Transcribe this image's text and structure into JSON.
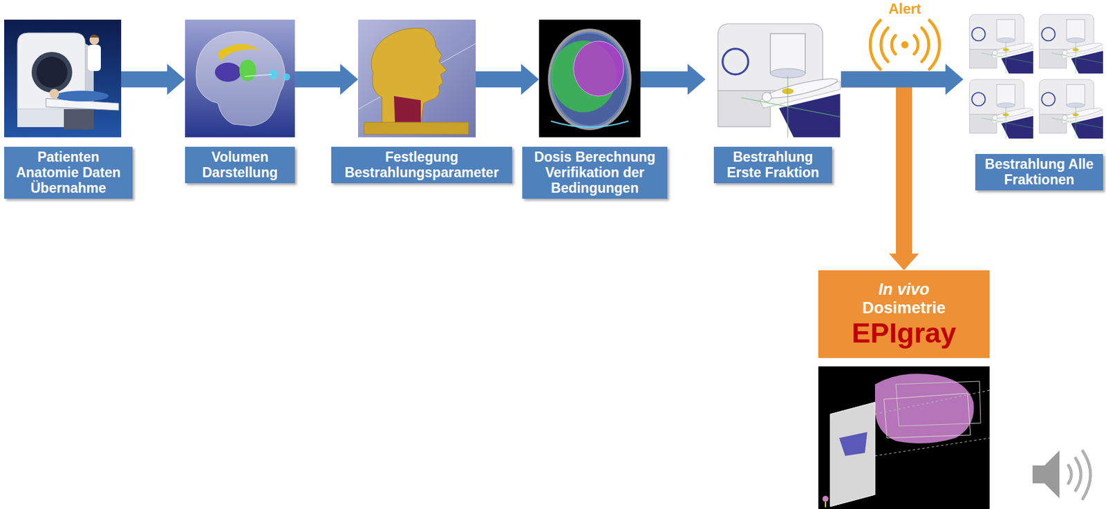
{
  "diagram": {
    "nodes": [
      {
        "text": [
          "Patienten Anatomie Daten Übernahme"
        ]
      },
      {
        "text": [
          "Volumen Darstellung"
        ]
      },
      {
        "text": [
          "Festlegung Bestrahlungsparameter"
        ]
      },
      {
        "text": [
          "Dosis Berechnung Verifikation der Bedingungen"
        ]
      },
      {
        "text": [
          "Bestrahlung Erste Fraktion"
        ]
      },
      {
        "text": [
          "Bestrahlung Alle Fraktionen"
        ]
      },
      {
        "text": [
          "In vivo",
          "Dosimetrie",
          "EPIgray"
        ]
      }
    ],
    "edges": [
      {
        "from": 0,
        "to": 1,
        "arrow": "to"
      },
      {
        "from": 1,
        "to": 2,
        "arrow": "to"
      },
      {
        "from": 2,
        "to": 3,
        "arrow": "to"
      },
      {
        "from": 3,
        "to": 4,
        "arrow": "to"
      },
      {
        "from": 4,
        "to": 5,
        "arrow": "to"
      },
      {
        "from": 4,
        "to": 6,
        "arrow": "to"
      }
    ],
    "labels": [
      "Alert"
    ]
  }
}
